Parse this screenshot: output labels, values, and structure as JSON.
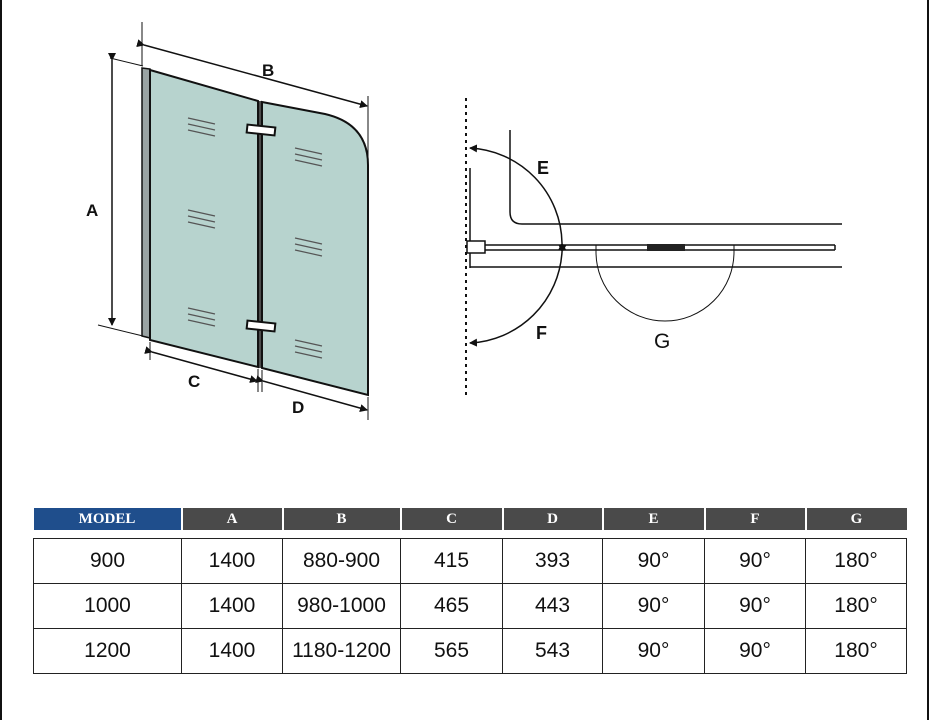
{
  "diagram": {
    "front_view_labels": {
      "a": "A",
      "b": "B",
      "c": "C",
      "d": "D"
    },
    "plan_view_labels": {
      "e": "E",
      "f": "F",
      "g": "G"
    }
  },
  "table": {
    "headers": [
      "MODEL",
      "A",
      "B",
      "C",
      "D",
      "E",
      "F",
      "G"
    ],
    "rows": [
      [
        "900",
        "1400",
        "880-900",
        "415",
        "393",
        "90°",
        "90°",
        "180°"
      ],
      [
        "1000",
        "1400",
        "980-1000",
        "465",
        "443",
        "90°",
        "90°",
        "180°"
      ],
      [
        "1200",
        "1400",
        "1180-1200",
        "565",
        "543",
        "90°",
        "90°",
        "180°"
      ]
    ]
  },
  "colors": {
    "glass": "#b7d3ce",
    "model_header": "#1f4e8c",
    "header": "#4a4a4a"
  }
}
